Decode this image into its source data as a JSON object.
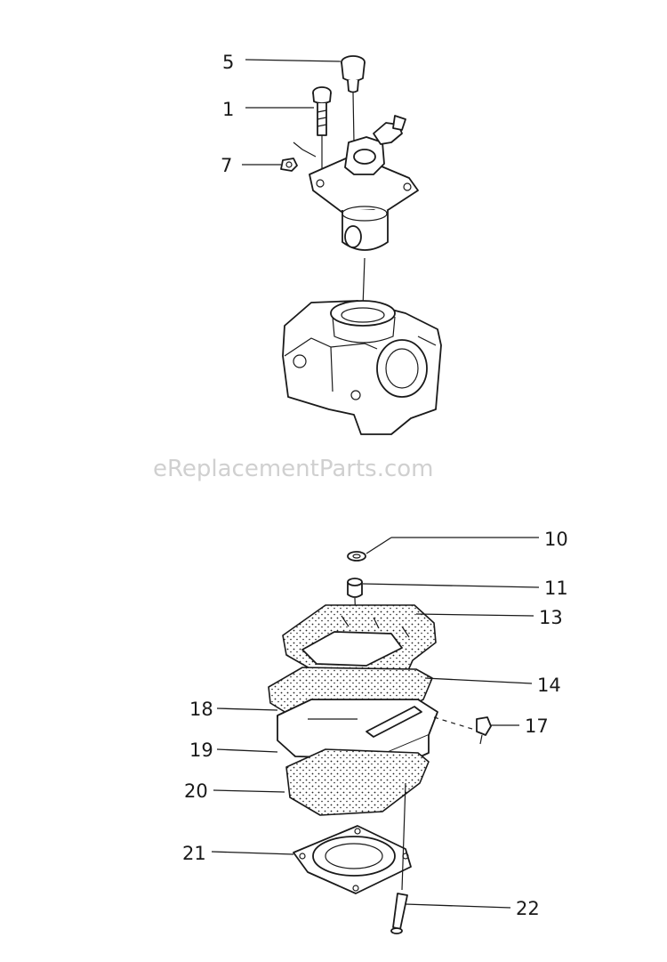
{
  "watermark": "eReplacementParts.com",
  "callouts": {
    "c1": "1",
    "c5": "5",
    "c7": "7",
    "c10": "10",
    "c11": "11",
    "c13": "13",
    "c14": "14",
    "c17": "17",
    "c18": "18",
    "c19": "19",
    "c20": "20",
    "c21": "21",
    "c22": "22"
  }
}
